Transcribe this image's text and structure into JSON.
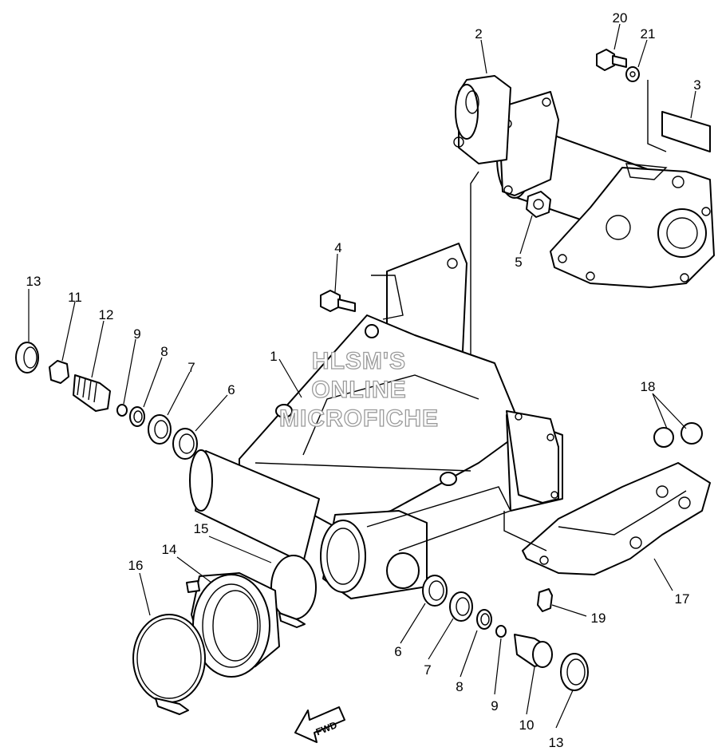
{
  "diagram": {
    "callouts": [
      "13",
      "11",
      "12",
      "9",
      "8",
      "7",
      "6",
      "4",
      "1",
      "2",
      "20",
      "21",
      "3",
      "5",
      "18",
      "17",
      "19",
      "15",
      "14",
      "16",
      "6",
      "7",
      "8",
      "9",
      "10",
      "13"
    ],
    "watermark": [
      "HLSM'S",
      "ONLINE",
      "MICROFICHE"
    ],
    "direction_label": "FWD"
  }
}
